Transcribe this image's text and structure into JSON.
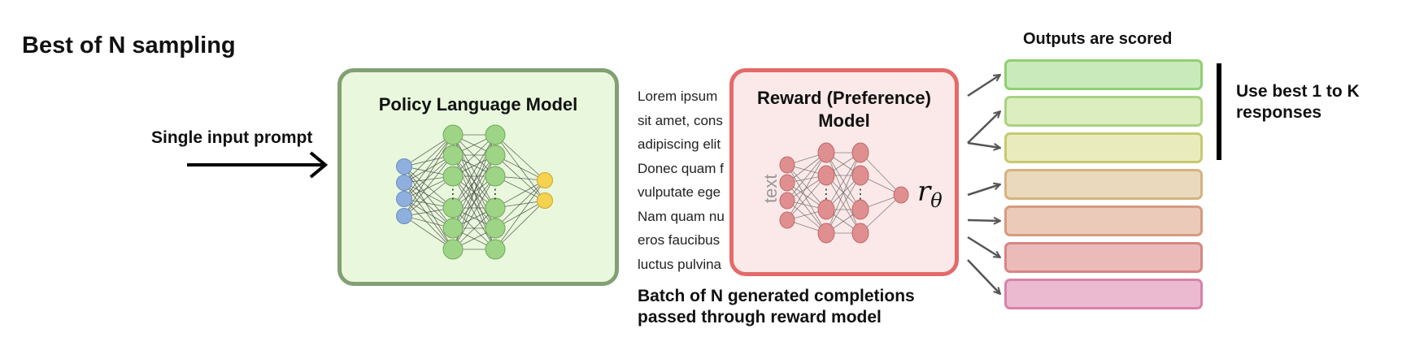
{
  "title": "Best of N sampling",
  "input": {
    "label": "Single input prompt"
  },
  "policy_model": {
    "title": "Policy Language Model"
  },
  "batch": {
    "completion_lines": [
      "Lorem ipsum",
      "sit amet, cons",
      "adipiscing elit",
      "Donec quam f",
      "vulputate ege",
      "Nam quam nu",
      "eros faucibus",
      "luctus pulvina"
    ],
    "label": "Batch of N generated completions passed through reward model"
  },
  "reward_model": {
    "title": "Reward (Preference) Model",
    "input_label": "text",
    "output_symbol": "r",
    "output_subscript": "θ"
  },
  "outputs": {
    "title": "Outputs are scored",
    "bars": [
      {
        "fill": "#c9ebbb",
        "stroke": "#8fcf74"
      },
      {
        "fill": "#dcedbf",
        "stroke": "#a9d27f"
      },
      {
        "fill": "#eaebbd",
        "stroke": "#c6ca6f"
      },
      {
        "fill": "#ead9bd",
        "stroke": "#d7b27e"
      },
      {
        "fill": "#ebcab9",
        "stroke": "#d89a7f"
      },
      {
        "fill": "#ebbbb9",
        "stroke": "#d88585"
      },
      {
        "fill": "#ebbad0",
        "stroke": "#d882a8"
      }
    ]
  },
  "selection": {
    "label": "Use best 1 to K responses"
  }
}
